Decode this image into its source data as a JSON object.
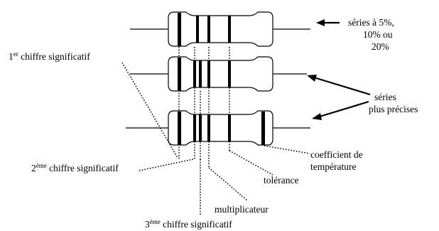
{
  "labels": {
    "first_digit": {
      "num": "1",
      "sup": "er",
      "text": " chiffre significatif"
    },
    "second_digit": {
      "num": "2",
      "sup": "ème",
      "text": " chiffre significatif"
    },
    "third_digit": {
      "num": "3",
      "sup": "ème",
      "text": " chiffre significatif"
    },
    "multiplier": "multiplicateur",
    "tolerance": "tolérance",
    "temp_coeff_line1": "coefficient de",
    "temp_coeff_line2": "température",
    "series_std_line1": "séries à 5%,",
    "series_std_line2": "10% ou",
    "series_std_line3": "20%",
    "series_precise_line1": "séries",
    "series_precise_line2": "plus précises"
  },
  "resistors": [
    {
      "name": "resistor-top",
      "bands": 4
    },
    {
      "name": "resistor-middle",
      "bands": 5
    },
    {
      "name": "resistor-bottom",
      "bands": 6
    }
  ],
  "colors": {
    "ink": "#000000",
    "body_fill": "#ffffff"
  }
}
